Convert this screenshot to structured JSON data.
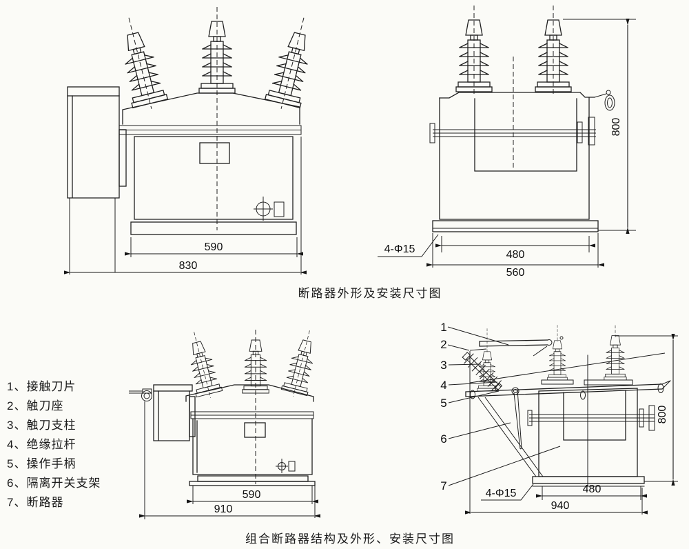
{
  "captions": {
    "top": "断路器外形及安装尺寸图",
    "bottom": "组合断路器结构及外形、安装尺寸图"
  },
  "parts_list": {
    "items": [
      "1、接触刀片",
      "2、触刀座",
      "3、触刀支柱",
      "4、绝缘拉杆",
      "5、操作手柄",
      "6、隔离开关支架",
      "7、断路器"
    ]
  },
  "drawings": {
    "breaker_front": {
      "dim_base": "590",
      "dim_overall": "830"
    },
    "breaker_side": {
      "dim_holes": "4-Φ15",
      "dim_base": "480",
      "dim_overall": "560",
      "dim_height": "800"
    },
    "combo_front": {
      "dim_base": "590",
      "dim_overall": "910"
    },
    "combo_side": {
      "dim_holes": "4-Φ15",
      "dim_base": "480",
      "dim_overall": "940",
      "dim_height": "800",
      "callouts": [
        "1",
        "2",
        "3",
        "4",
        "5",
        "6",
        "7"
      ]
    }
  },
  "colors": {
    "ink": "#1f1f1f",
    "paper": "#fbfbf7"
  }
}
